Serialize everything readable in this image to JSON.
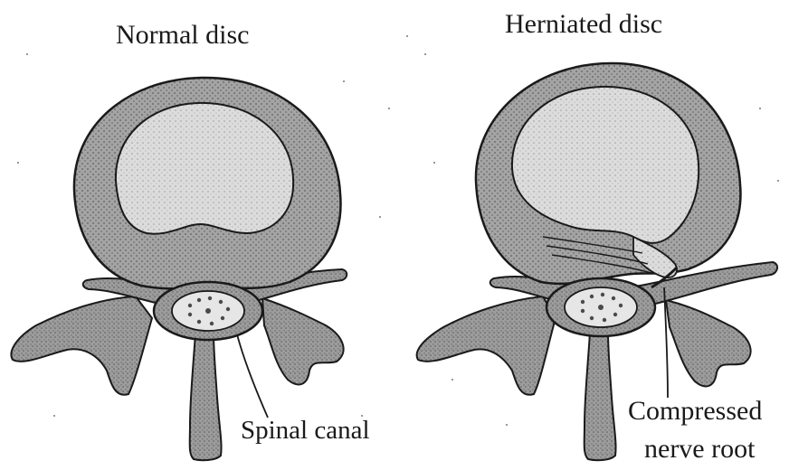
{
  "labels": {
    "normal_disc": "Normal disc",
    "herniated_disc": "Herniated disc",
    "spinal_canal": "Spinal canal",
    "compressed_line1": "Compressed",
    "compressed_line2": "nerve root"
  },
  "colors": {
    "background": "#ffffff",
    "annulus": "#9a9a9a",
    "nucleus": "#d9d9d9",
    "bone": "#8c8c8c",
    "outline": "#1a1a1a"
  }
}
